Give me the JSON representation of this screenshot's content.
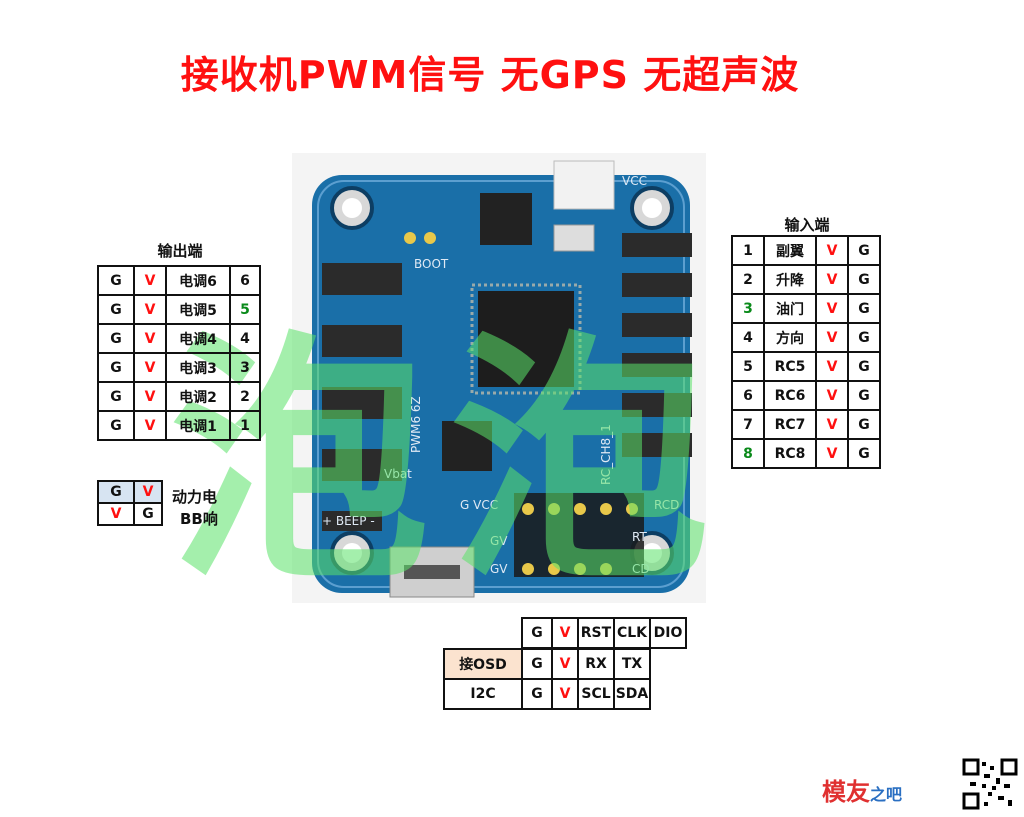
{
  "title": "接收机PWM信号  无GPS  无超声波",
  "watermark": "泡泡",
  "board_labels": {
    "boot": "BOOT",
    "rc": "RC_CH8_1",
    "pwm": "PWM6 6Z",
    "vbat": "Vbat",
    "beep": "+ BEEP -",
    "gvcc": "G VCC",
    "rcd": "RCD",
    "rt": "RT",
    "cd": "CD",
    "gv1": "GV",
    "gv2": "GV",
    "vcc": "VCC"
  },
  "output": {
    "caption": "输出端",
    "rows": [
      {
        "g": "G",
        "v": "V",
        "name": "电调6",
        "num": "6"
      },
      {
        "g": "G",
        "v": "V",
        "name": "电调5",
        "num": "5"
      },
      {
        "g": "G",
        "v": "V",
        "name": "电调4",
        "num": "4"
      },
      {
        "g": "G",
        "v": "V",
        "name": "电调3",
        "num": "3"
      },
      {
        "g": "G",
        "v": "V",
        "name": "电调2",
        "num": "2"
      },
      {
        "g": "G",
        "v": "V",
        "name": "电调1",
        "num": "1"
      }
    ]
  },
  "power": {
    "rows": [
      {
        "a": "G",
        "b": "V",
        "label": "动力电"
      },
      {
        "a": "V",
        "b": "G",
        "label": "BB响"
      }
    ]
  },
  "input": {
    "caption": "输入端",
    "rows": [
      {
        "num": "1",
        "name": "副翼",
        "v": "V",
        "g": "G"
      },
      {
        "num": "2",
        "name": "升降",
        "v": "V",
        "g": "G"
      },
      {
        "num": "3",
        "name": "油门",
        "v": "V",
        "g": "G"
      },
      {
        "num": "4",
        "name": "方向",
        "v": "V",
        "g": "G"
      },
      {
        "num": "5",
        "name": "RC5",
        "v": "V",
        "g": "G"
      },
      {
        "num": "6",
        "name": "RC6",
        "v": "V",
        "g": "G"
      },
      {
        "num": "7",
        "name": "RC7",
        "v": "V",
        "g": "G"
      },
      {
        "num": "8",
        "name": "RC8",
        "v": "V",
        "g": "G"
      }
    ]
  },
  "bottom": {
    "header": [
      "G",
      "V",
      "RST",
      "CLK",
      "DIO"
    ],
    "osd": {
      "label": "接OSD",
      "cells": [
        "G",
        "V",
        "RX",
        "TX"
      ]
    },
    "i2c": {
      "label": "I2C",
      "cells": [
        "G",
        "V",
        "SCL",
        "SDA"
      ]
    }
  },
  "logo": {
    "main": "模友",
    "sub": "之吧"
  },
  "colors": {
    "title": "#ff1010",
    "v_pin": "#ff1010",
    "board": "#1a6fa8",
    "watermark": "#5be36a"
  }
}
